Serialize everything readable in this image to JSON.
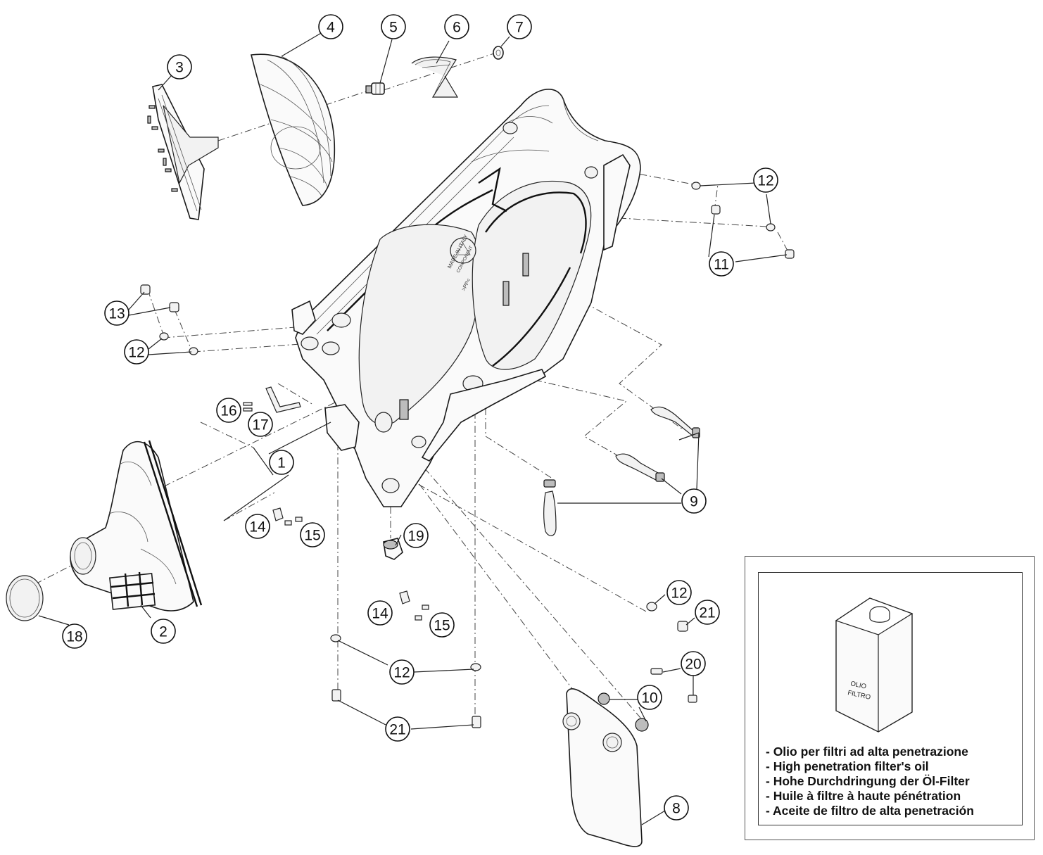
{
  "callouts": {
    "n1": "1",
    "n2": "2",
    "n3": "3",
    "n4": "4",
    "n5": "5",
    "n6": "6",
    "n7": "7",
    "n8": "8",
    "n9": "9",
    "n10": "10",
    "n11": "11",
    "n12": "12",
    "n13": "13",
    "n14": "14",
    "n15": "15",
    "n16": "16",
    "n17": "17",
    "n18": "18",
    "n19": "19",
    "n20": "20",
    "n21": "21"
  },
  "oil_box": {
    "can_label_line1": "OLIO",
    "can_label_line2": "FILTRO",
    "lines": [
      "- Olio per filtri ad alta penetrazione",
      "- High penetration filter's oil",
      "- Hohe Durchdringung der Öl-Filter",
      "- Huile à filtre à haute pénétration",
      "- Aceite de filtro de alta penetración"
    ]
  },
  "airbox_stamp": {
    "line1": "MADE IN ITALY",
    "line2": "COMPONENT",
    "line3": ">PP<"
  }
}
